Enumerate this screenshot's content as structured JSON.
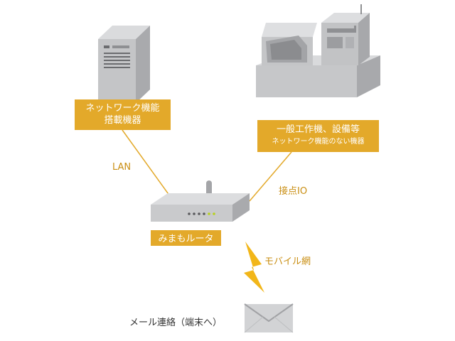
{
  "nodes": {
    "network_device": {
      "line1": "ネットワーク機能",
      "line2": "搭載機器"
    },
    "machine_tool": {
      "line1": "一般工作機、設備等",
      "line2": "ネットワーク機能のない機器"
    },
    "router": {
      "label": "みまもルータ"
    },
    "mail": {
      "label": "メール連絡（端末へ）"
    }
  },
  "edges": {
    "lan": "LAN",
    "contact_io": "接点IO",
    "mobile": "モバイル網"
  },
  "colors": {
    "accent": "#E3A92A",
    "edge_text": "#C98E12",
    "line": "#E3A92A",
    "lightning": "#F2B619",
    "device_gray": "#C9CACC"
  }
}
